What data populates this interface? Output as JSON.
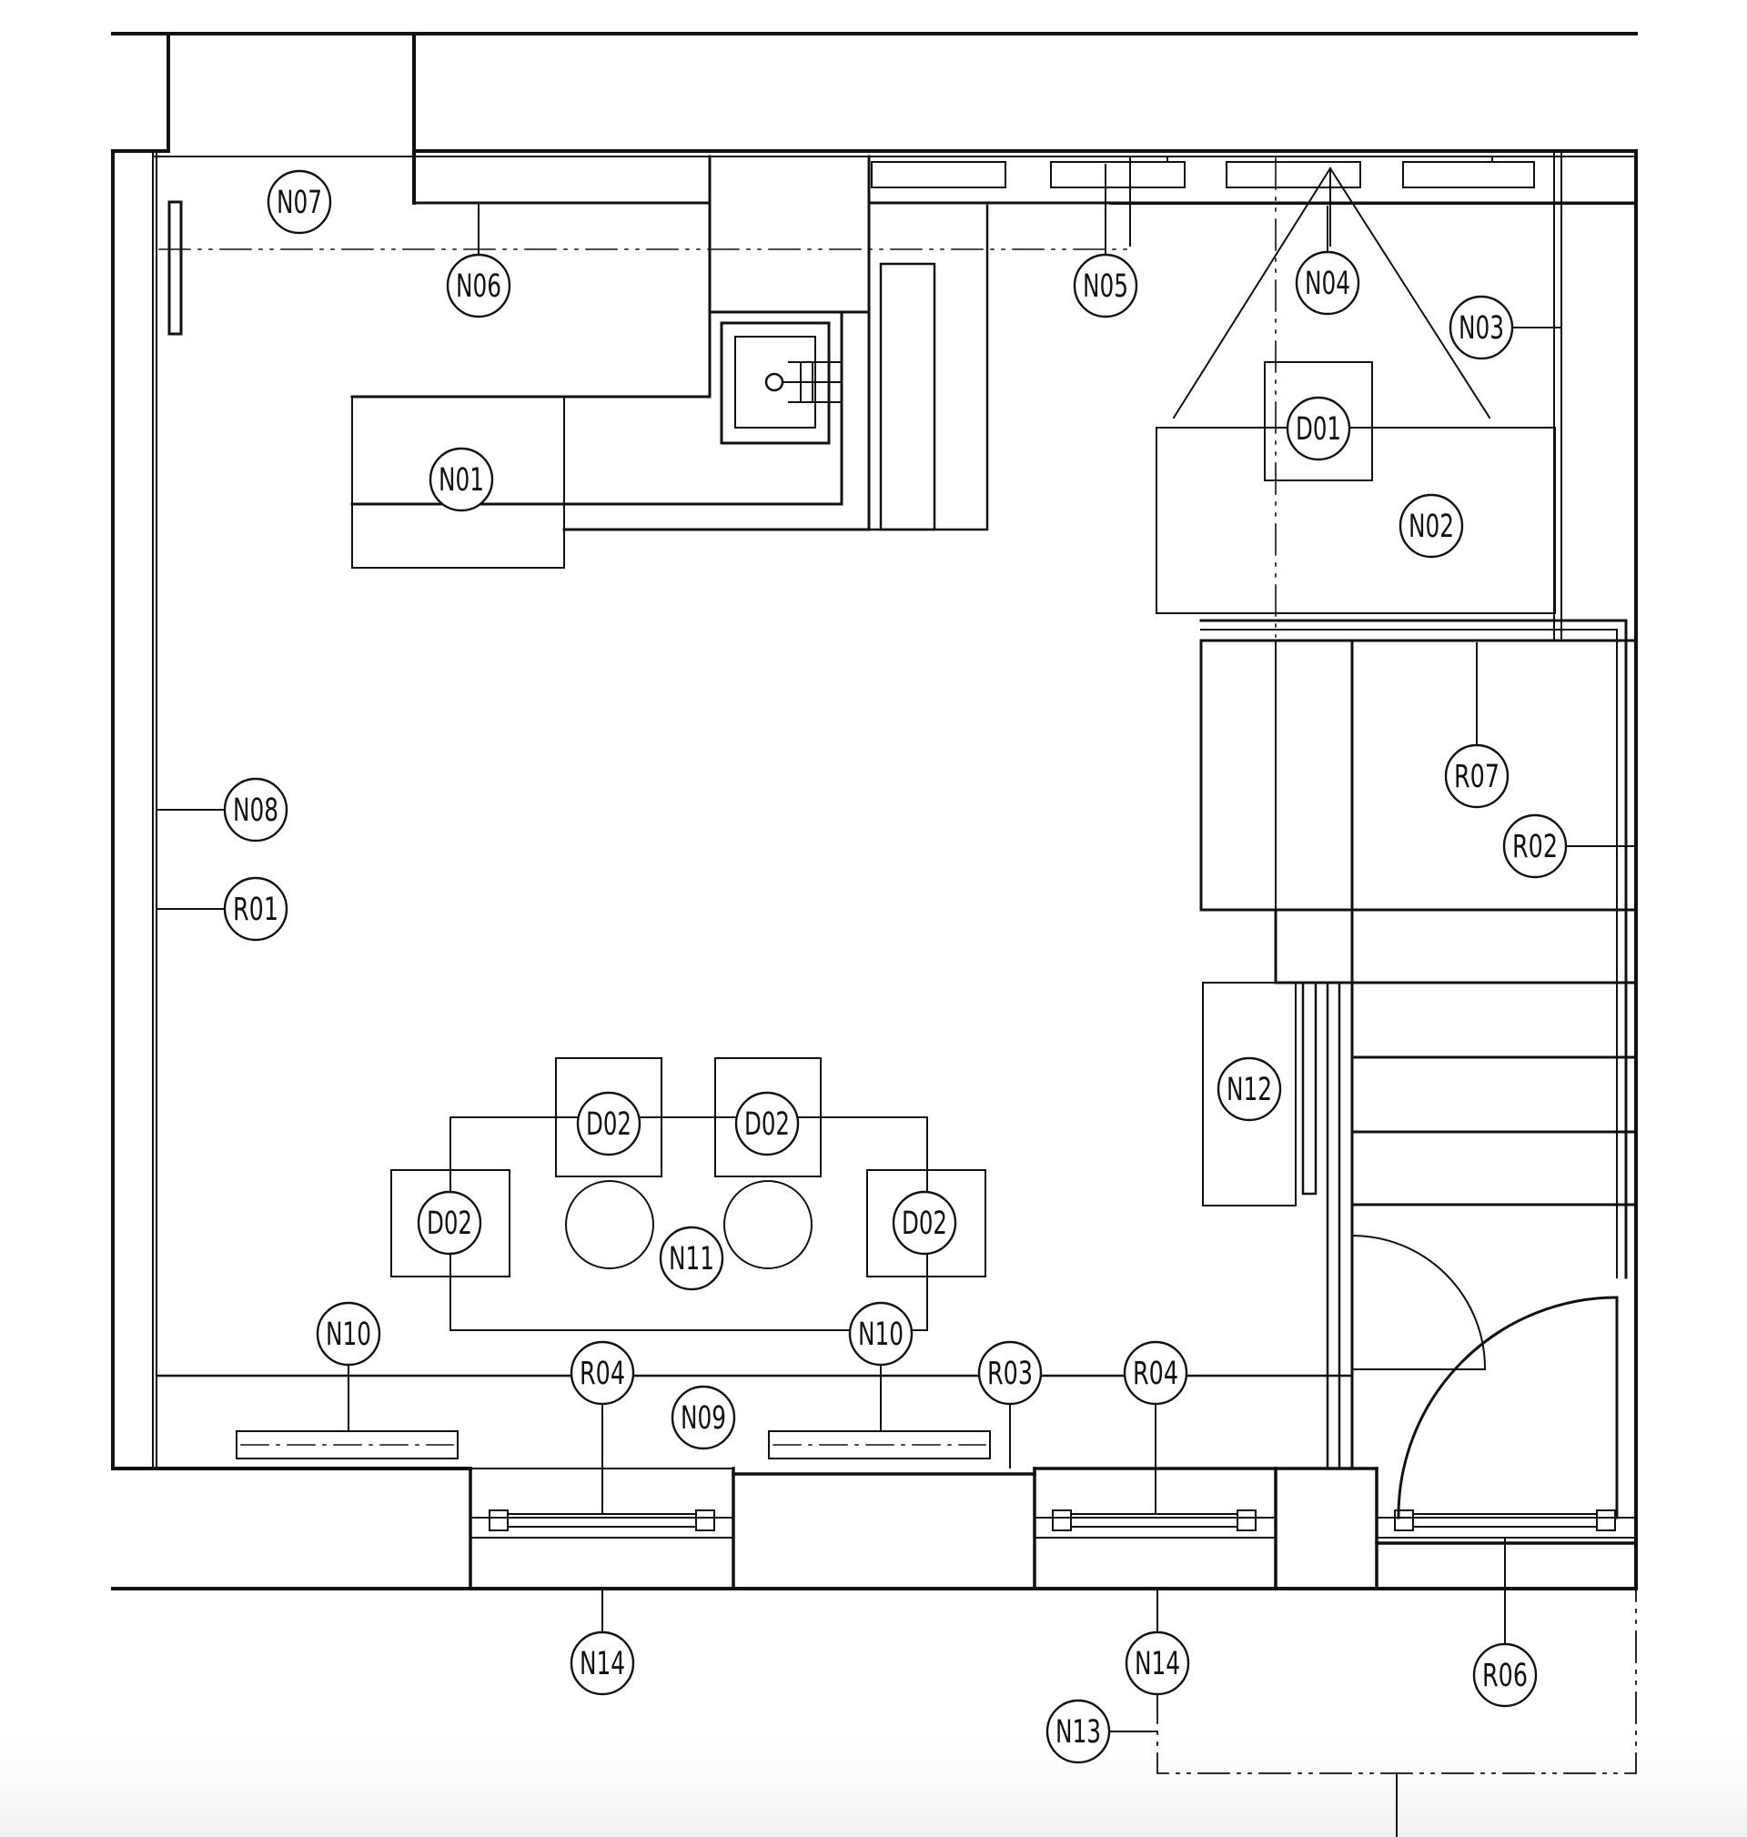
{
  "labels": {
    "N01": "N01",
    "N02": "N02",
    "N03": "N03",
    "N04": "N04",
    "N05": "N05",
    "N06": "N06",
    "N07": "N07",
    "N08": "N08",
    "N09": "N09",
    "N10": "N10",
    "N11": "N11",
    "N12": "N12",
    "N13": "N13",
    "N14": "N14",
    "R01": "R01",
    "R02": "R02",
    "R03": "R03",
    "R04": "R04",
    "R06": "R06",
    "R07": "R07",
    "D01": "D01",
    "D02": "D02"
  },
  "colors": {
    "line": "#111111",
    "background": "#ffffff"
  }
}
